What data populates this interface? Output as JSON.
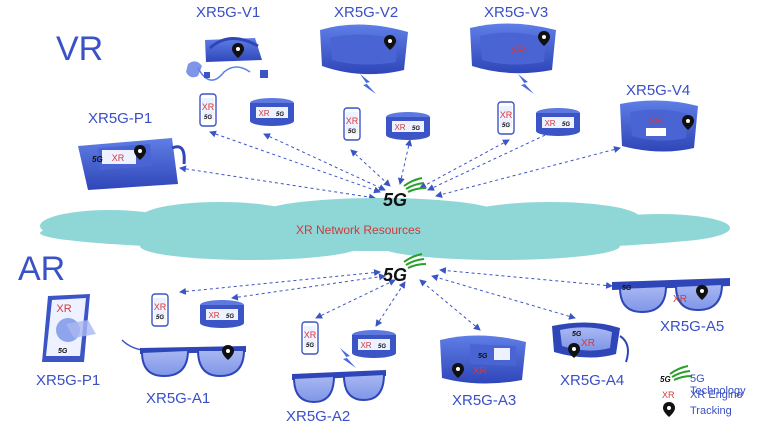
{
  "sections": {
    "vr": "VR",
    "ar": "AR"
  },
  "cloud_label": "XR Network Resources",
  "hub_label": "5G",
  "device_labels": {
    "v1": "XR5G-V1",
    "v2": "XR5G-V2",
    "v3": "XR5G-V3",
    "v4": "XR5G-V4",
    "p1_vr": "XR5G-P1",
    "p1_ar": "XR5G-P1",
    "a1": "XR5G-A1",
    "a2": "XR5G-A2",
    "a3": "XR5G-A3",
    "a4": "XR5G-A4",
    "a5": "XR5G-A5"
  },
  "badges": {
    "fiveg": "5G",
    "xr": "XR"
  },
  "legend": [
    {
      "icon": "5g",
      "label": "5G Technology"
    },
    {
      "icon": "xr",
      "label": "XR Engine"
    },
    {
      "icon": "pin",
      "label": "Tracking"
    }
  ],
  "colors": {
    "device_blue": "#3b55c6",
    "cloud": "#8ed6d6",
    "link": "#3b55c6",
    "xr_red": "#d23a3a"
  }
}
